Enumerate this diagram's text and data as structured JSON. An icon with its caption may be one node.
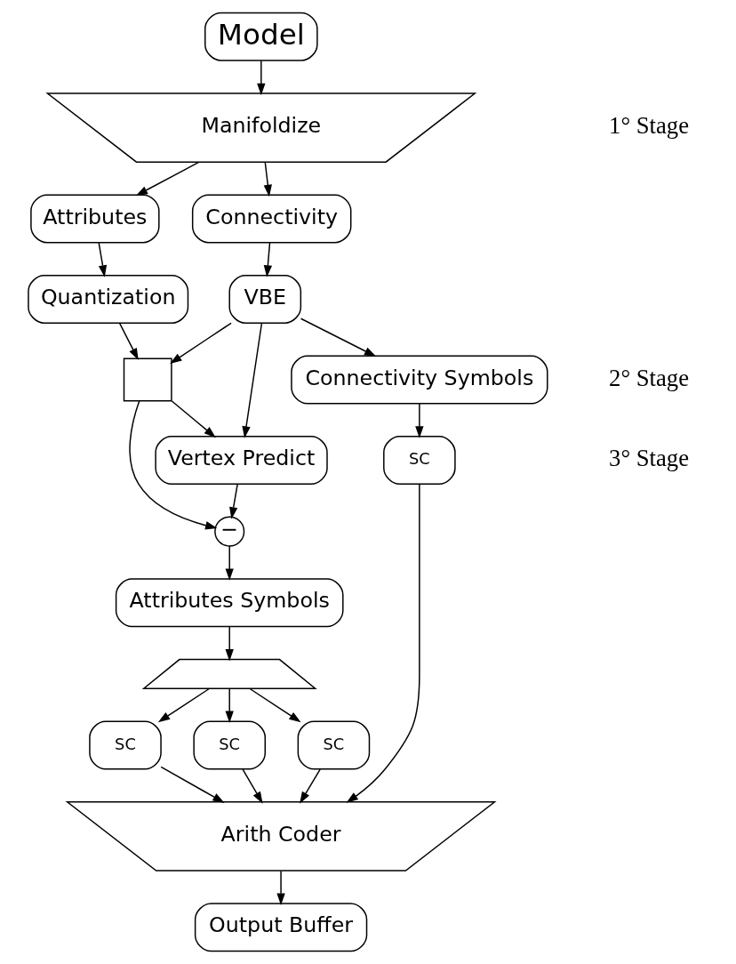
{
  "diagram": {
    "nodes": [
      {
        "text": [
          "Model"
        ]
      },
      {
        "text": [
          "Manifoldize"
        ]
      },
      {
        "text": [
          "Connectivity"
        ]
      },
      {
        "text": [
          "Attributes"
        ]
      },
      {
        "text": [
          "Quantization"
        ]
      },
      {
        "text": [],
        "shape": "box"
      },
      {
        "text": [
          "VBE"
        ]
      },
      {
        "text": [
          "Vertex Predict"
        ]
      },
      {
        "text": [
          "−"
        ]
      },
      {
        "text": [
          "Connectivity Symbols"
        ]
      },
      {
        "text": [
          "Attributes Symbols"
        ]
      },
      {
        "text": [],
        "shape": "trapezium"
      },
      {
        "text": [
          "SC"
        ]
      },
      {
        "text": [
          "SC"
        ]
      },
      {
        "text": [
          "SC"
        ]
      },
      {
        "text": [
          "SC"
        ]
      },
      {
        "text": [
          "Arith Coder"
        ]
      },
      {
        "text": [
          "Output Buffer"
        ]
      }
    ],
    "edges": [
      {
        "from": 0,
        "to": 1,
        "arrow": "to"
      },
      {
        "from": 1,
        "to": 2,
        "arrow": "to"
      },
      {
        "from": 1,
        "to": 3,
        "arrow": "to"
      },
      {
        "from": 3,
        "to": 4,
        "arrow": "to"
      },
      {
        "from": 4,
        "to": 5,
        "arrow": "to"
      },
      {
        "from": 2,
        "to": 6,
        "arrow": "to"
      },
      {
        "from": 6,
        "to": 7,
        "arrow": "to"
      },
      {
        "from": 6,
        "to": 5,
        "arrow": "to"
      },
      {
        "from": 5,
        "to": 7,
        "arrow": "to"
      },
      {
        "from": 5,
        "to": 8,
        "arrow": "to"
      },
      {
        "from": 7,
        "to": 8,
        "arrow": "to"
      },
      {
        "from": 6,
        "to": 9,
        "arrow": "to"
      },
      {
        "from": 8,
        "to": 10,
        "arrow": "to"
      },
      {
        "from": 9,
        "to": 12,
        "arrow": "to"
      },
      {
        "from": 10,
        "to": 11,
        "arrow": "to"
      },
      {
        "from": 11,
        "to": 13,
        "arrow": "to"
      },
      {
        "from": 11,
        "to": 14,
        "arrow": "to"
      },
      {
        "from": 11,
        "to": 15,
        "arrow": "to"
      },
      {
        "from": 12,
        "to": 16,
        "arrow": "to"
      },
      {
        "from": 13,
        "to": 16,
        "arrow": "to"
      },
      {
        "from": 14,
        "to": 16,
        "arrow": "to"
      },
      {
        "from": 15,
        "to": 16,
        "arrow": "to"
      },
      {
        "from": 16,
        "to": 17,
        "arrow": "to"
      }
    ],
    "labels": [
      "1° Stage",
      "2° Stage",
      "3° Stage"
    ]
  }
}
